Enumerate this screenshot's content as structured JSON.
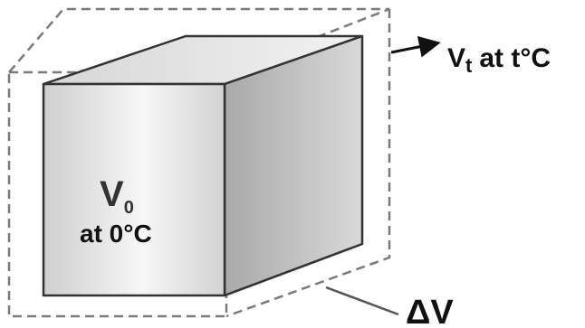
{
  "diagram": {
    "inner_cube": {
      "label_main": "V",
      "label_subscript": "0",
      "label_condition": "at 0°C"
    },
    "outer_cube": {
      "label_main": "V",
      "label_subscript": "t",
      "label_condition": "at t°C"
    },
    "difference_label": "ΔV",
    "colors": {
      "front_face": "#d8d8d8",
      "right_face": "#c4c4c4",
      "top_face": "#e6e6e6",
      "outline": "#333333",
      "dashed": "#7a7a7a",
      "inner_label_main": "#333333",
      "text": "#111111"
    }
  }
}
